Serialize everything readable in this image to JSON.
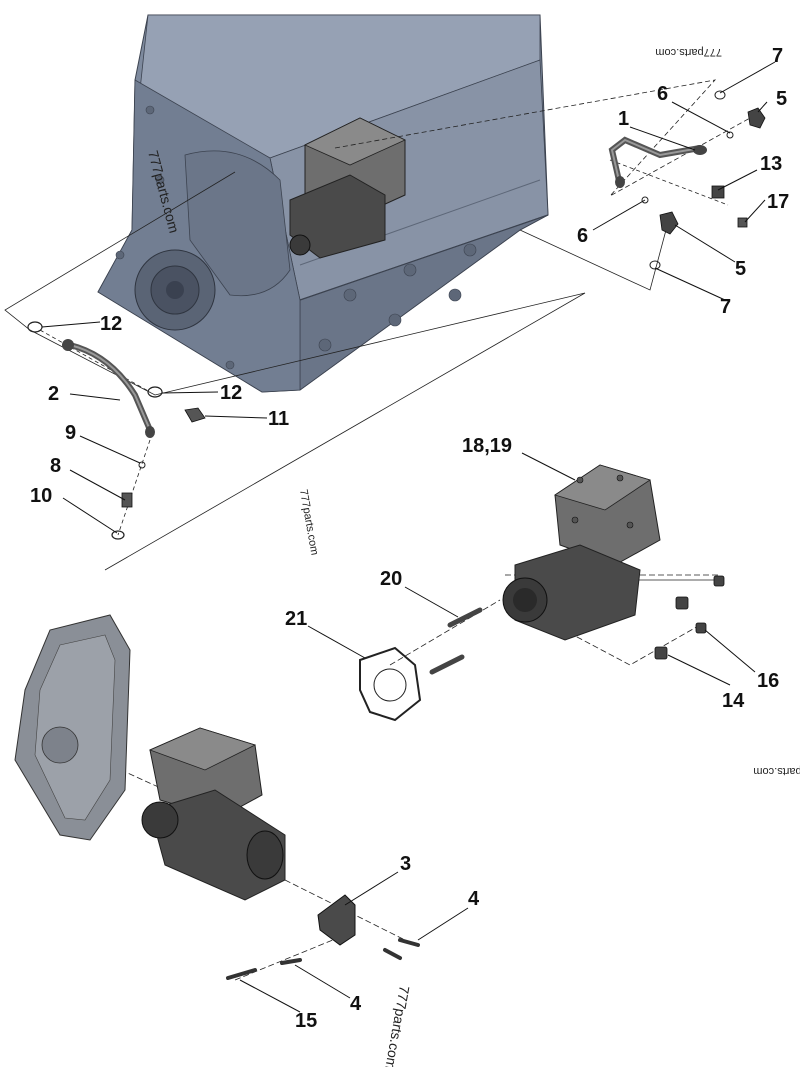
{
  "diagram": {
    "watermark": "777parts.com",
    "callouts": [
      {
        "id": "c1",
        "text": "1"
      },
      {
        "id": "c2",
        "text": "2"
      },
      {
        "id": "c3",
        "text": "3"
      },
      {
        "id": "c4a",
        "text": "4"
      },
      {
        "id": "c4b",
        "text": "4"
      },
      {
        "id": "c5a",
        "text": "5"
      },
      {
        "id": "c5b",
        "text": "5"
      },
      {
        "id": "c6a",
        "text": "6"
      },
      {
        "id": "c6b",
        "text": "6"
      },
      {
        "id": "c7a",
        "text": "7"
      },
      {
        "id": "c7b",
        "text": "7"
      },
      {
        "id": "c8",
        "text": "8"
      },
      {
        "id": "c9",
        "text": "9"
      },
      {
        "id": "c10",
        "text": "10"
      },
      {
        "id": "c11",
        "text": "11"
      },
      {
        "id": "c12a",
        "text": "12"
      },
      {
        "id": "c12b",
        "text": "12"
      },
      {
        "id": "c13",
        "text": "13"
      },
      {
        "id": "c14",
        "text": "14"
      },
      {
        "id": "c15",
        "text": "15"
      },
      {
        "id": "c16",
        "text": "16"
      },
      {
        "id": "c17",
        "text": "17"
      },
      {
        "id": "c1819",
        "text": "18,19"
      },
      {
        "id": "c20",
        "text": "20"
      },
      {
        "id": "c21",
        "text": "21"
      }
    ],
    "colors": {
      "engine_block": "#7e8a9e",
      "engine_block_dark": "#5d6778",
      "compressor": "#4a4a4a",
      "compressor_light": "#6e6e6e",
      "gear_cover": "#8a8f97",
      "line": "#222222"
    }
  }
}
